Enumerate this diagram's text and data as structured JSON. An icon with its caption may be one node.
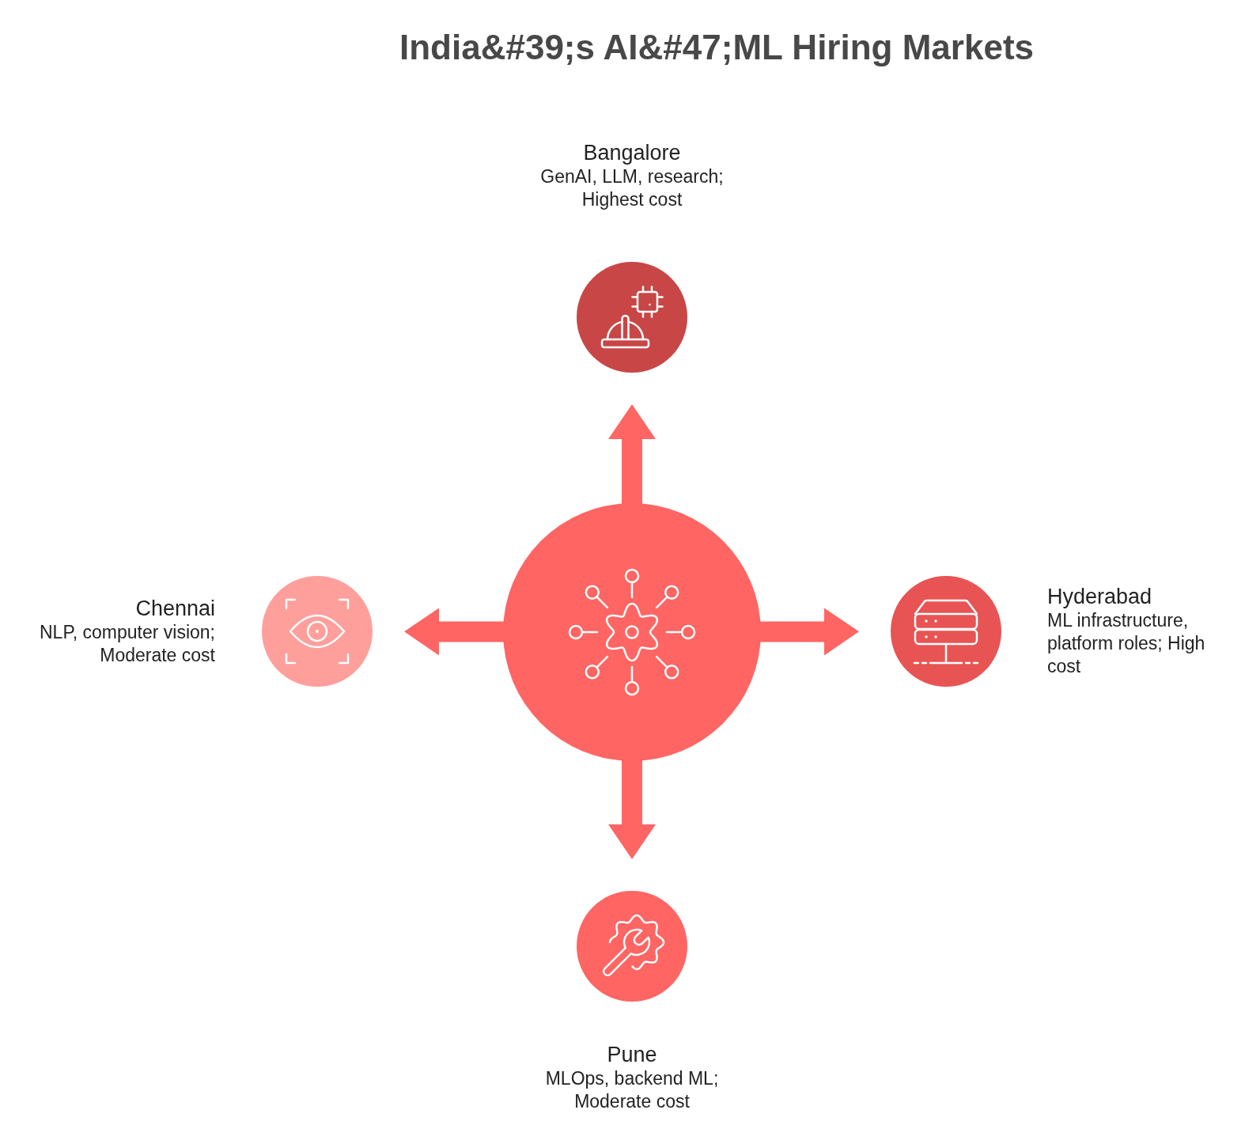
{
  "diagram": {
    "title": "India&#39;s AI&#47;ML Hiring Markets",
    "nodes": [
      {
        "text": [
          "Bangalore",
          "GenAI, LLM, research; Highest cost"
        ]
      },
      {
        "text": [
          "Chennai",
          "NLP, computer vision; Moderate cost"
        ]
      },
      {
        "text": [],
        "shape": "circle"
      },
      {
        "text": [
          "Hyderabad",
          "ML infrastructure, platform roles; High cost"
        ]
      },
      {
        "text": [
          "Pune",
          "MLOps, backend ML; Moderate cost"
        ]
      }
    ],
    "edges": [
      {
        "from": 2,
        "to": 0,
        "arrow": "to"
      },
      {
        "from": 2,
        "to": 1,
        "arrow": "to"
      },
      {
        "from": 2,
        "to": 3,
        "arrow": "to"
      },
      {
        "from": 2,
        "to": 4,
        "arrow": "to"
      }
    ]
  }
}
